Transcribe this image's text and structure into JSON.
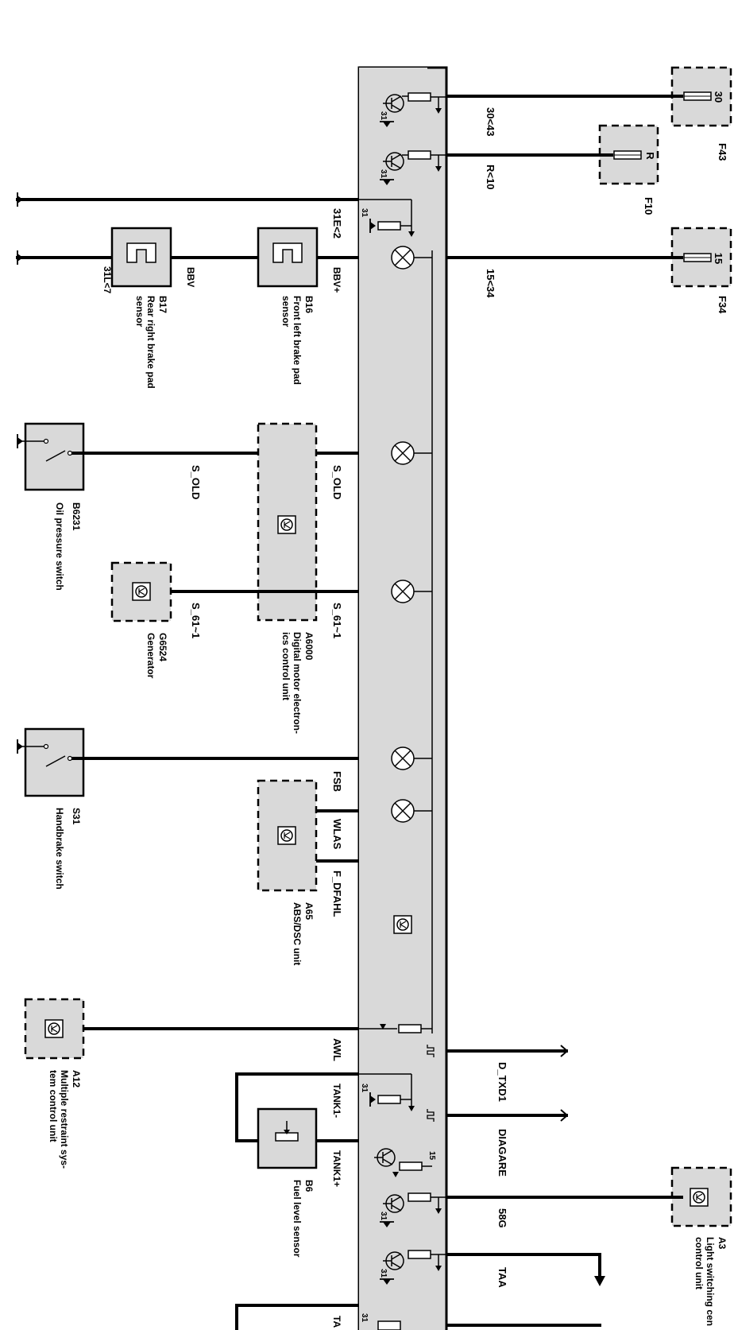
{
  "labels": {
    "f43_pin": "30",
    "f43": "F43",
    "f10_pin": "R",
    "f10": "F10",
    "f34_pin": "15",
    "f34": "F34",
    "w_30_43": "30<43",
    "w_r_10": "R<10",
    "w_15_34": "15<34",
    "w_31e_2": "31E<2",
    "w_31l_7": "31L<7",
    "bbv_plus": "BBV+",
    "bbv": "BBV",
    "b16_id": "B16",
    "b16_desc_1": "Front left brake pad",
    "b16_desc_2": "sensor",
    "b17_id": "B17",
    "b17_desc_1": "Rear right brake pad",
    "b17_desc_2": "sensor",
    "s_old_1": "S_OLD",
    "s_old_2": "S_OLD",
    "b6231_id": "B6231",
    "b6231_desc": "Oil pressure switch",
    "s61_1": "S_61~1",
    "s61_2": "S_61~1",
    "g6524_id": "G6524",
    "g6524_desc": "Generator",
    "a6000_id": "A6000",
    "a6000_desc_1": "Digital motor electron-",
    "a6000_desc_2": "ics control unit",
    "fsb": "FSB",
    "wlas": "WLAS",
    "f_dfahl": "F_DFAHL",
    "s31_id": "S31",
    "s31_desc": "Handbrake switch",
    "a65_id": "A65",
    "a65_desc": "ABS/DSC unit",
    "awl": "AWL",
    "a12_id": "A12",
    "a12_desc_1": "Multiple restraint sys-",
    "a12_desc_2": "tem control unit",
    "tank1_minus": "TANK1-",
    "tank1_plus": "TANK1+",
    "tank2": "TA",
    "b6_id": "B6",
    "b6_desc": "Fuel level sensor",
    "d_txd1": "D_TXD1",
    "diagare": "DIAGARE",
    "w58g": "58G",
    "taa": "TAA",
    "a3_id": "A3",
    "a3_desc_1": "Light switching cen",
    "a3_desc_2": "control unit",
    "ground_31": "31",
    "pin_15": "15"
  }
}
